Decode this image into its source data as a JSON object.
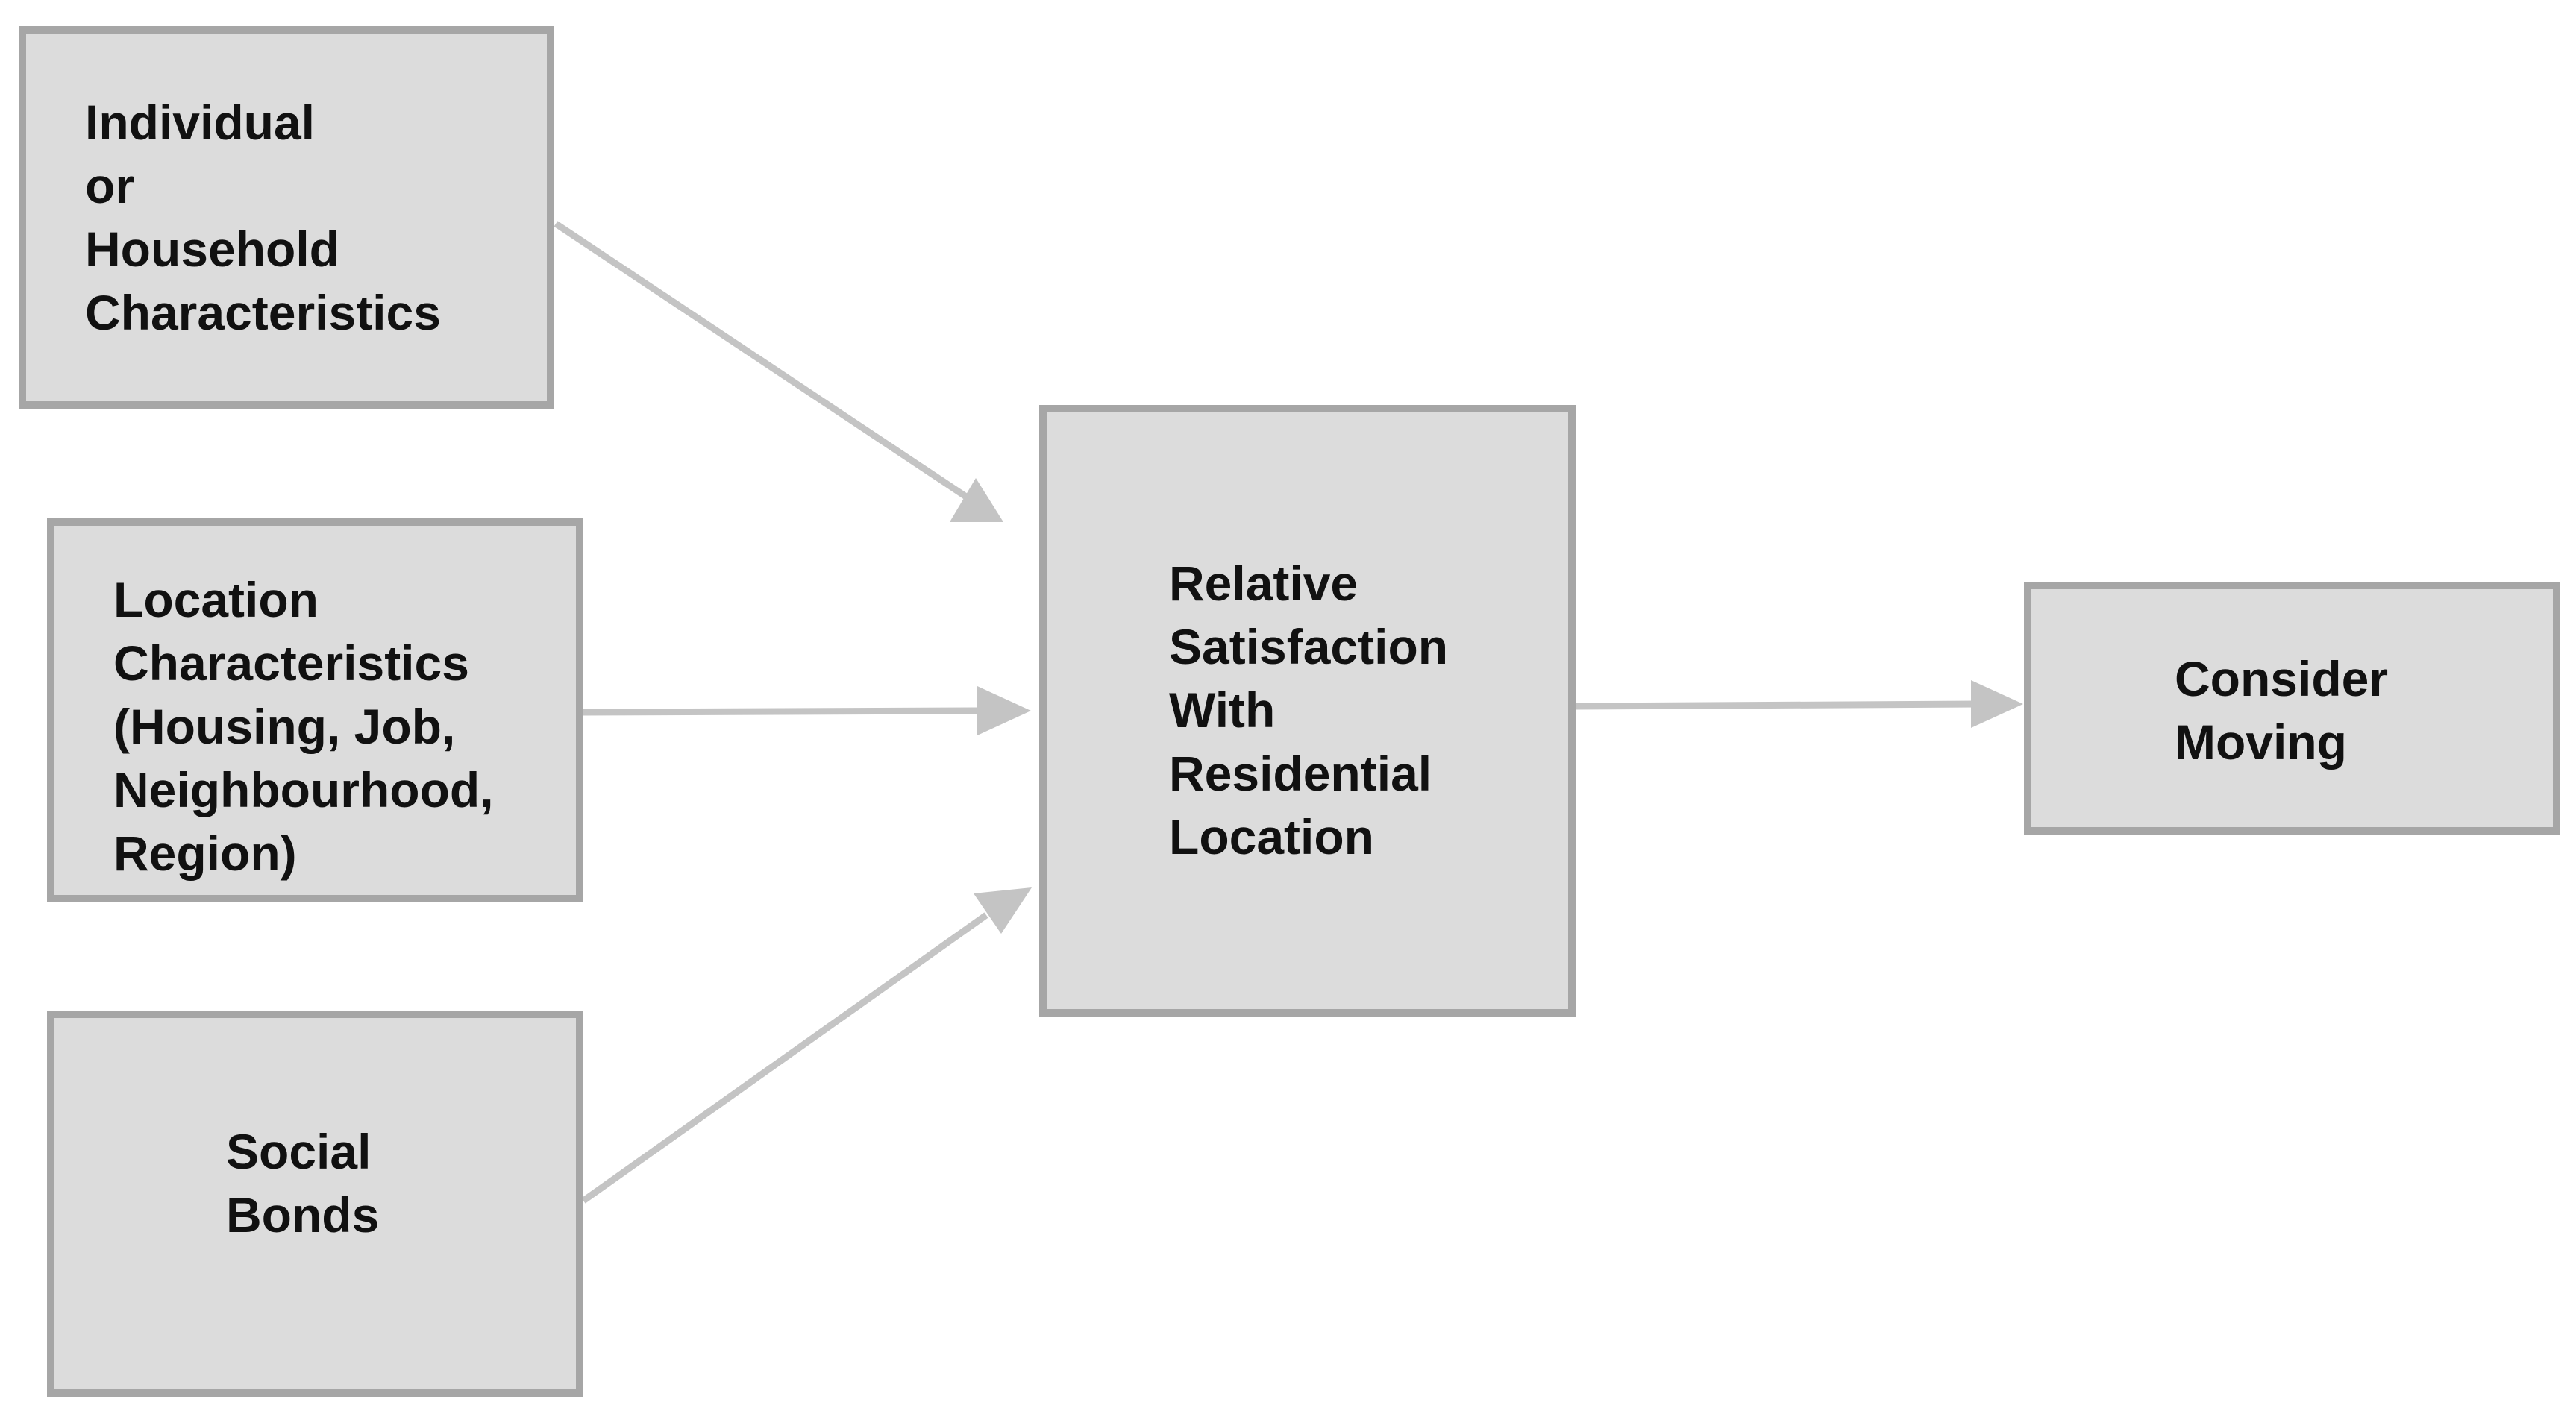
{
  "diagram": {
    "nodes": {
      "individual": {
        "label": "Individual\nor\nHousehold\nCharacteristics"
      },
      "location": {
        "label": "Location\nCharacteristics\n(Housing, Job,\nNeighbourhood,\nRegion)"
      },
      "social": {
        "label": "Social\nBonds"
      },
      "satisfaction": {
        "label": "Relative\nSatisfaction\nWith\nResidential\nLocation"
      },
      "moving": {
        "label": "Consider\nMoving"
      }
    },
    "edges": [
      {
        "from": "individual",
        "to": "satisfaction"
      },
      {
        "from": "location",
        "to": "satisfaction"
      },
      {
        "from": "social",
        "to": "satisfaction"
      },
      {
        "from": "satisfaction",
        "to": "moving"
      }
    ],
    "colors": {
      "box_fill": "#dcdcdc",
      "box_border": "#a6a6a6",
      "arrow": "#c4c4c4",
      "text": "#111111"
    }
  }
}
